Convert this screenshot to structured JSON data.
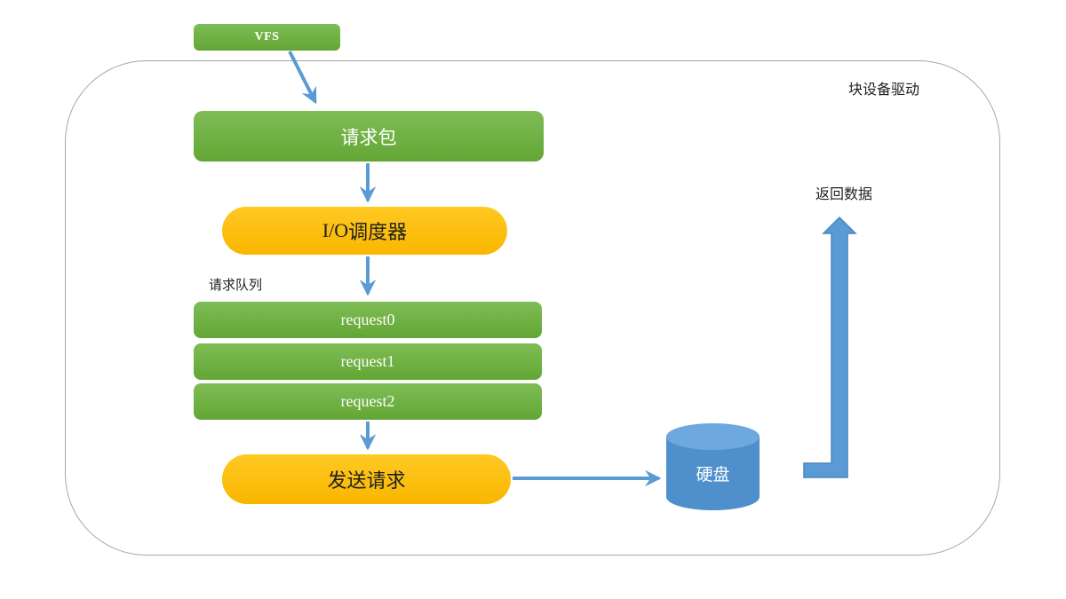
{
  "colors": {
    "green_light": "#7ebd56",
    "green_dark": "#63a634",
    "gold_light": "#ffc923",
    "gold_dark": "#f9b600",
    "arrow_blue": "#5b9bd5",
    "arrow_blue_dark": "#4a86bd",
    "cylinder_body": "#4e8fcc",
    "cylinder_top": "#6da8de",
    "container_border": "#a6a6a6",
    "text_white": "#ffffff",
    "text_dark": "#1f1f1f"
  },
  "diagram": {
    "container_label": "块设备驱动",
    "vfs": {
      "label": "VFS"
    },
    "request_packet": {
      "label": "请求包"
    },
    "io_scheduler": {
      "label_latin": "I/O",
      "label_cjk": "调度器"
    },
    "queue": {
      "label": "请求队列",
      "items": [
        {
          "label": "request0"
        },
        {
          "label": "request1"
        },
        {
          "label": "request2"
        }
      ]
    },
    "send_request": {
      "label": "发送请求"
    },
    "hard_disk": {
      "label": "硬盘"
    },
    "return_data": {
      "label": "返回数据"
    }
  }
}
